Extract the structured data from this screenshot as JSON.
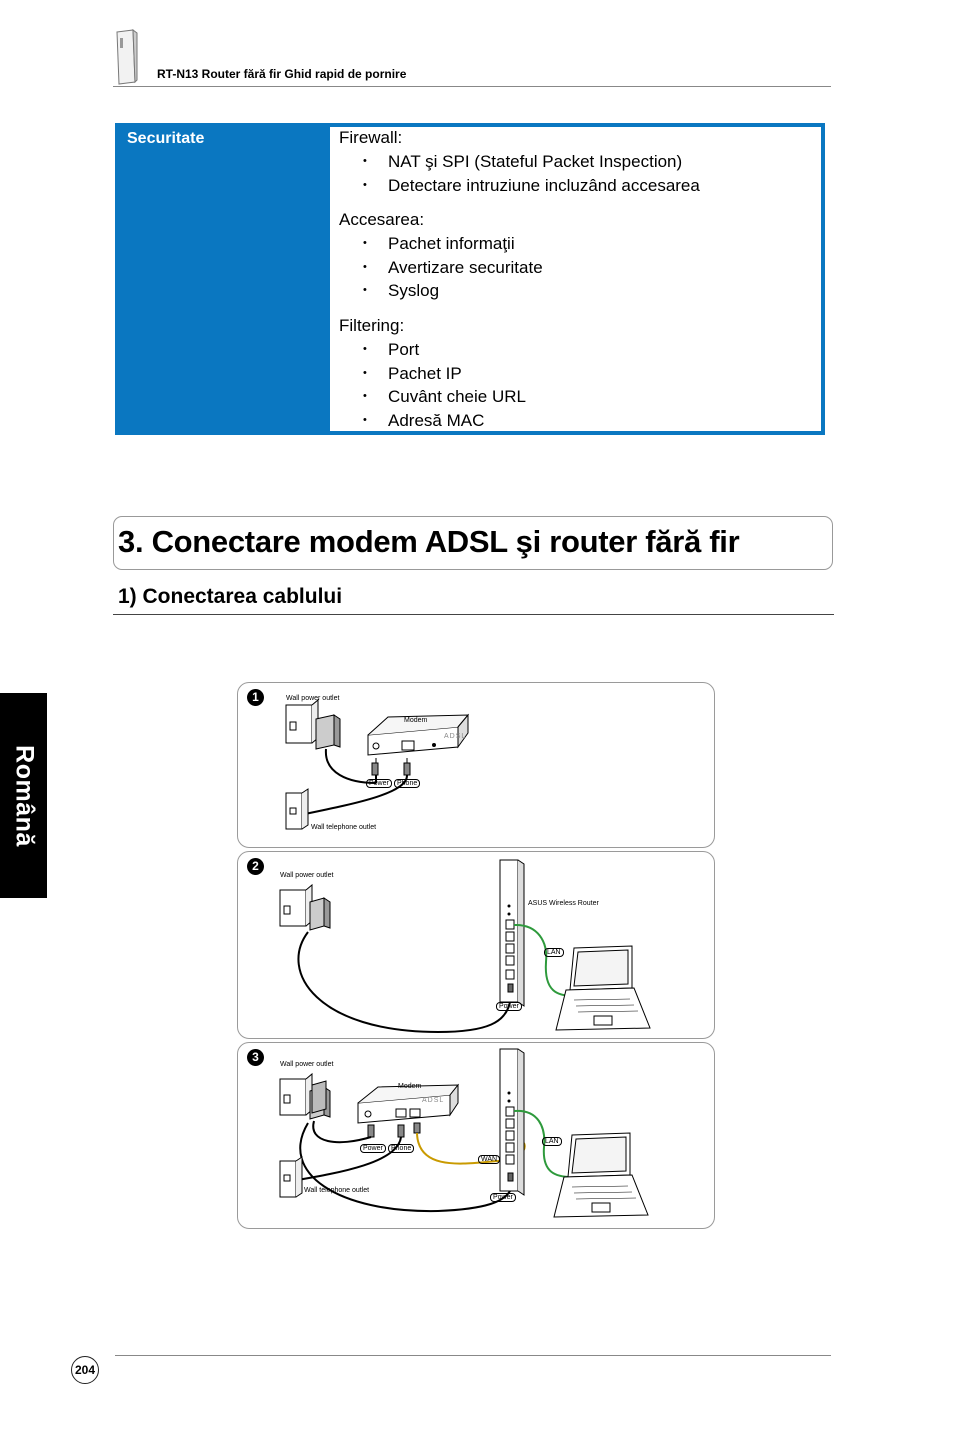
{
  "header": {
    "title": "RT-N13 Router fără fir Ghid rapid de pornire",
    "logo_icon": "router-icon"
  },
  "side_tab": {
    "label": "Română"
  },
  "spec": {
    "label": "Securitate",
    "groups": [
      {
        "title": "Firewall:",
        "items": [
          "NAT şi SPI (Stateful Packet Inspection)",
          "Detectare intruziune incluzând accesarea"
        ]
      },
      {
        "title": "Accesarea:",
        "items": [
          "Pachet informaţii",
          "Avertizare securitate",
          "Syslog"
        ]
      },
      {
        "title": "Filtering:",
        "items": [
          "Port",
          "Pachet IP",
          "Cuvânt cheie URL",
          "Adresă MAC"
        ]
      }
    ]
  },
  "section": {
    "title": "3. Conectare modem ADSL şi router fără fir"
  },
  "subsection": {
    "title": "1) Conectarea cablului"
  },
  "diagram": {
    "panel1": {
      "number": "1",
      "wall_power": "Wall power outlet",
      "modem": "Modem",
      "brand": "ADSL",
      "power": "Power",
      "phone": "Phone",
      "wall_phone": "Wall telephone outlet"
    },
    "panel2": {
      "number": "2",
      "wall_power": "Wall power outlet",
      "router": "ASUS Wireless Router",
      "lan": "LAN",
      "power": "Power"
    },
    "panel3": {
      "number": "3",
      "wall_power": "Wall power outlet",
      "modem": "Modem",
      "brand": "ADSL",
      "power": "Power",
      "phone": "Phone",
      "wan": "WAN",
      "lan": "LAN",
      "router_power": "Power",
      "wall_phone": "Wall telephone outlet"
    },
    "colors": {
      "lan_cable": "#2e9a3c",
      "wan_cable": "#c99a00"
    }
  },
  "footer": {
    "page": "204"
  }
}
